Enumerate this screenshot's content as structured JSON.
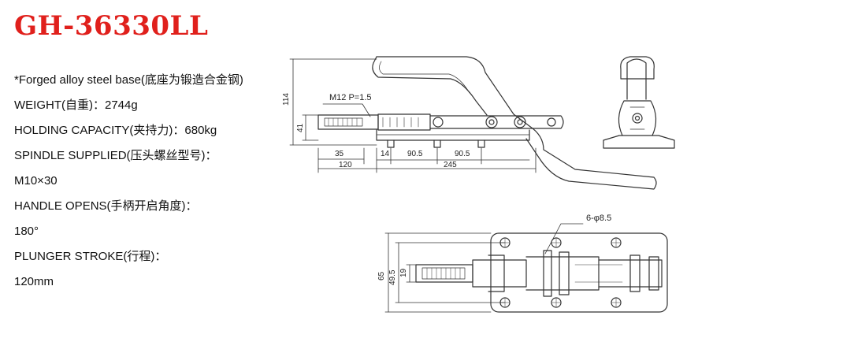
{
  "product": {
    "model": "GH-36330LL",
    "accent_color": "#e0201c"
  },
  "specs": [
    "*Forged alloy steel base(底座为锻造合金钢)",
    "WEIGHT(自重)：2744g",
    "HOLDING CAPACITY(夹持力)：680kg",
    "SPINDLE SUPPLIED(压头螺丝型号)：",
    "M10×30",
    "HANDLE OPENS(手柄开启角度)：",
    "180°",
    "PLUNGER STROKE(行程)：",
    "120mm"
  ],
  "drawing": {
    "thread_label": "M12 P=1.5",
    "height_114": "114",
    "height_41": "41",
    "len_35": "35",
    "len_120": "120",
    "len_14": "14",
    "len_90_5_a": "90.5",
    "len_90_5_b": "90.5",
    "len_245": "245",
    "hole_label": "6-φ8.5",
    "width_65": "65",
    "width_49_5": "49.5",
    "width_19": "19"
  }
}
